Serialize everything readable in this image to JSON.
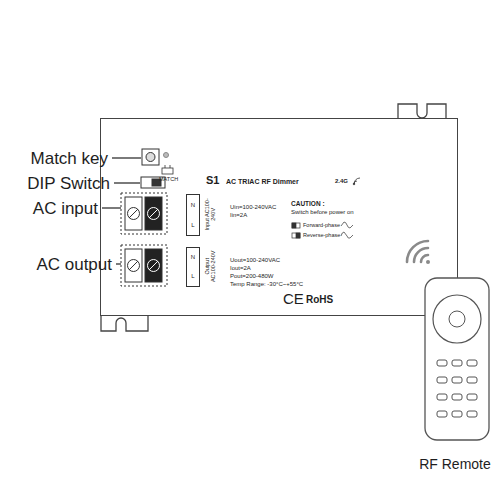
{
  "diagram": {
    "nodes": [
      {
        "text": [
          "S1",
          "AC TRIAC RF Dimmer"
        ]
      },
      {
        "text": [
          "N",
          "L"
        ],
        "in": 0
      },
      {
        "text": [
          "N",
          "L"
        ],
        "in": 0
      },
      {
        "text": [
          "RF Remote"
        ]
      }
    ],
    "labels": [
      "Match key",
      "DIP Switch",
      "AC input",
      "AC output",
      "MATCH",
      "2.4G",
      "Uin=100-240VAC",
      "Iin=2A",
      "CAUTION :",
      "Switch before power on",
      "Forward-phase",
      "Reverse-phase",
      "Input AC100-240V",
      "Output AC100-240V",
      "Uout=100-240VAC",
      "Iout=2A",
      "Pout=200-480W",
      "Temp Range: -30°C~+55°C",
      "CE",
      "RoHS"
    ]
  }
}
